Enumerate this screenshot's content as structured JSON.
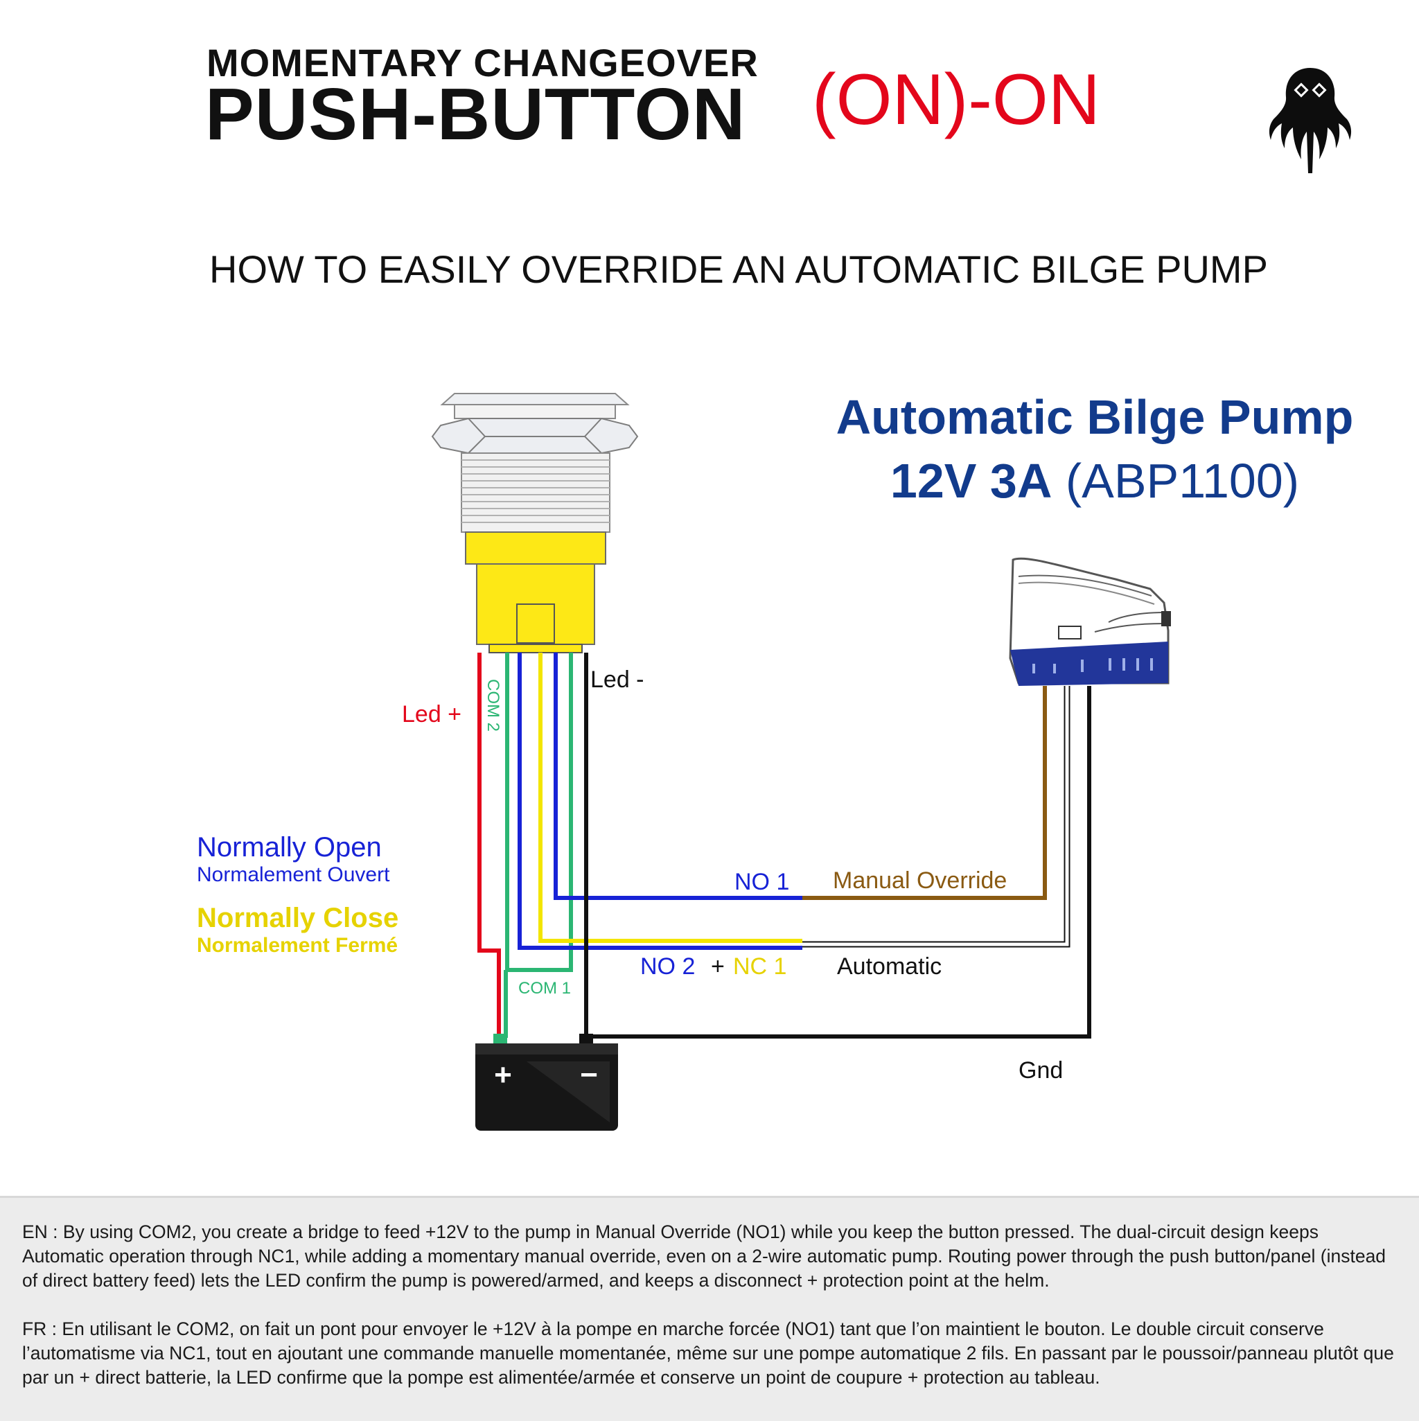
{
  "header": {
    "line1": "MOMENTARY CHANGEOVER",
    "line2": "PUSH-BUTTON",
    "mode": "(ON)-ON",
    "subtitle": "HOW TO EASILY OVERRIDE AN AUTOMATIC BILGE PUMP"
  },
  "pump": {
    "title": "Automatic Bilge Pump",
    "rating": "12V 3A",
    "model": "(ABP1100)"
  },
  "legend": {
    "no_en": "Normally Open",
    "no_fr": "Normalement Ouvert",
    "nc_en": "Normally Close",
    "nc_fr": "Normalement Fermé"
  },
  "labels": {
    "led_plus": "Led +",
    "led_minus": "Led -",
    "com2": "COM 2",
    "com1": "COM 1",
    "no1": "NO 1",
    "no2": "NO 2",
    "plus": "+",
    "nc1": "NC 1",
    "manual_override": "Manual Override",
    "automatic": "Automatic",
    "gnd": "Gnd",
    "battery_plus": "+",
    "battery_minus": "−"
  },
  "colors": {
    "red": "#e3061b",
    "green": "#2bb673",
    "blue": "#1722d6",
    "yellow": "#f3e500",
    "brown": "#8a5a12",
    "black": "#111111",
    "navy": "#123b8c"
  },
  "footer": {
    "en": "EN : By using COM2, you create a bridge to feed +12V to the pump in Manual Override (NO1) while you keep the button pressed. The dual-circuit design keeps Automatic operation through NC1, while adding a momentary manual override, even on a 2-wire automatic pump. Routing power through the push button/panel (instead of direct battery feed) lets the LED confirm the pump is powered/armed, and keeps a disconnect + protection point at the helm.",
    "fr": "FR : En utilisant le COM2, on fait un pont pour envoyer le +12V à la pompe en marche forcée (NO1) tant que l’on maintient le bouton. Le double circuit conserve l’automatisme via NC1, tout en ajoutant une commande manuelle momentanée, même sur une pompe automatique 2 fils. En passant par le poussoir/panneau plutôt que par un + direct batterie, la LED confirme que la pompe est alimentée/armée et conserve un point de coupure + protection au tableau."
  }
}
